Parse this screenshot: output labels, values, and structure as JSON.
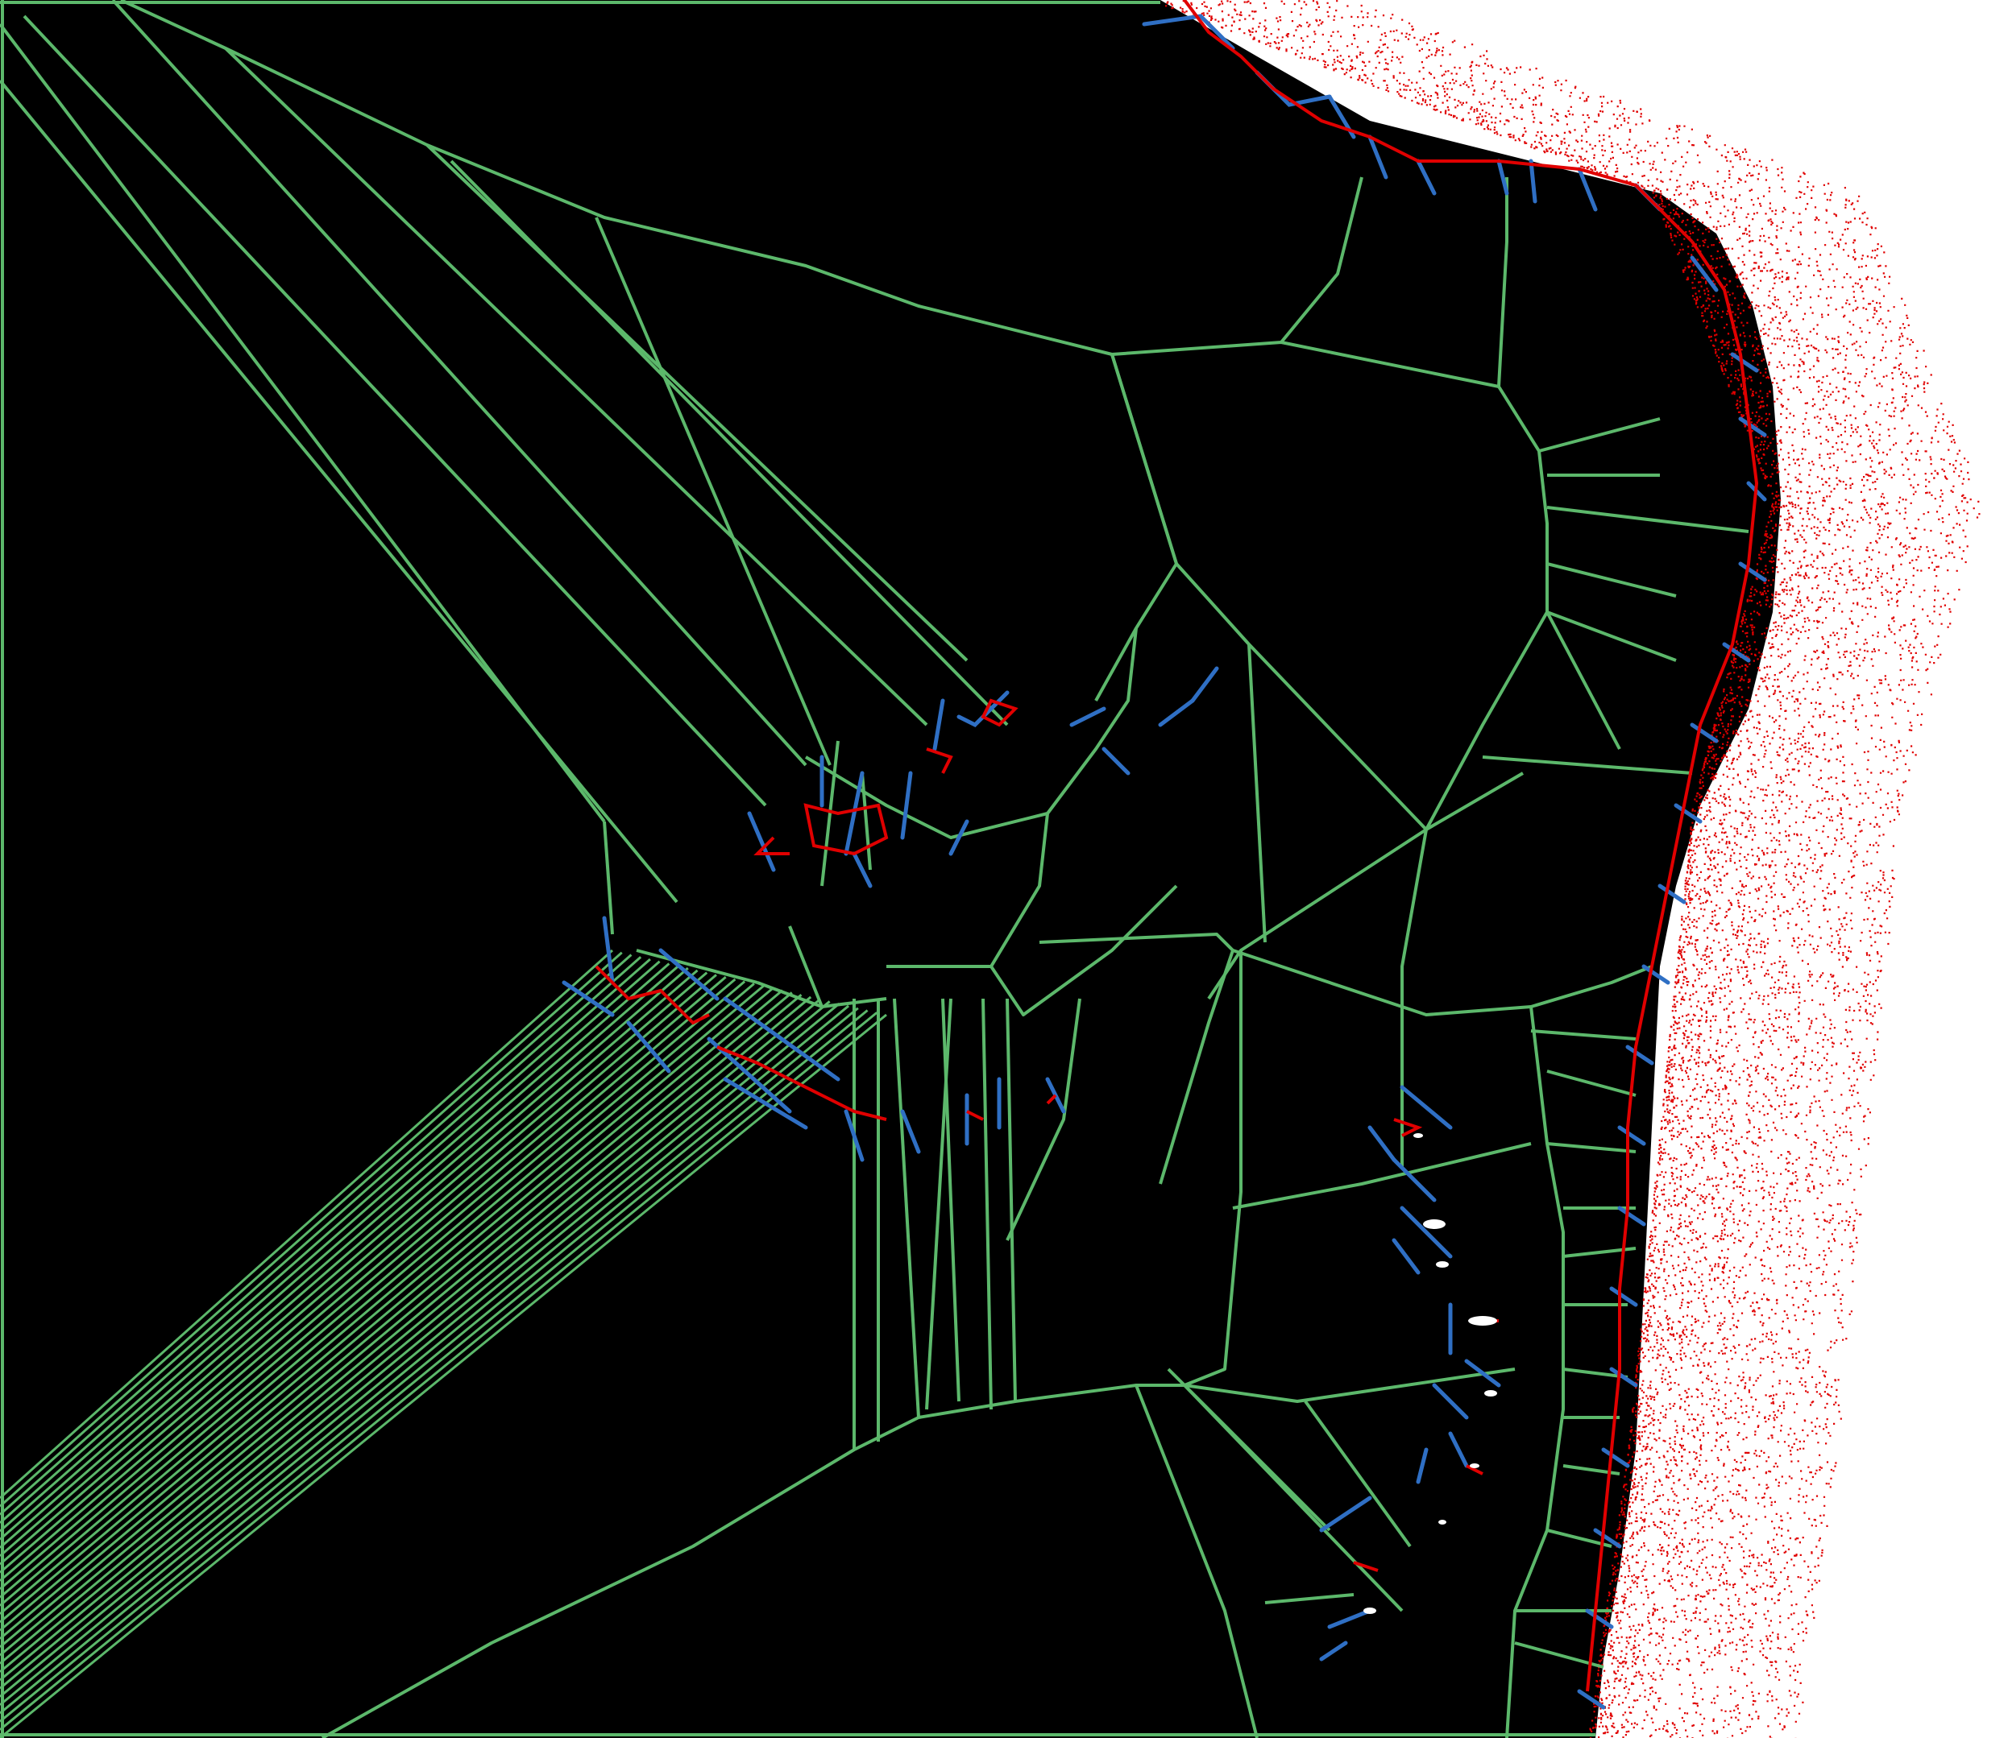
{
  "diagram": {
    "type": "voronoi-tessellation",
    "text_labels": [],
    "colors": {
      "background": "#ffffff",
      "cell_fill": "#000000",
      "large_cell_edges": "#5cb86b",
      "medium_cell_edges": "#2f6fc4",
      "small_cell_edges": "#e00000",
      "isolated_points": "#ffffff"
    },
    "legend": "none",
    "axes": "none"
  }
}
